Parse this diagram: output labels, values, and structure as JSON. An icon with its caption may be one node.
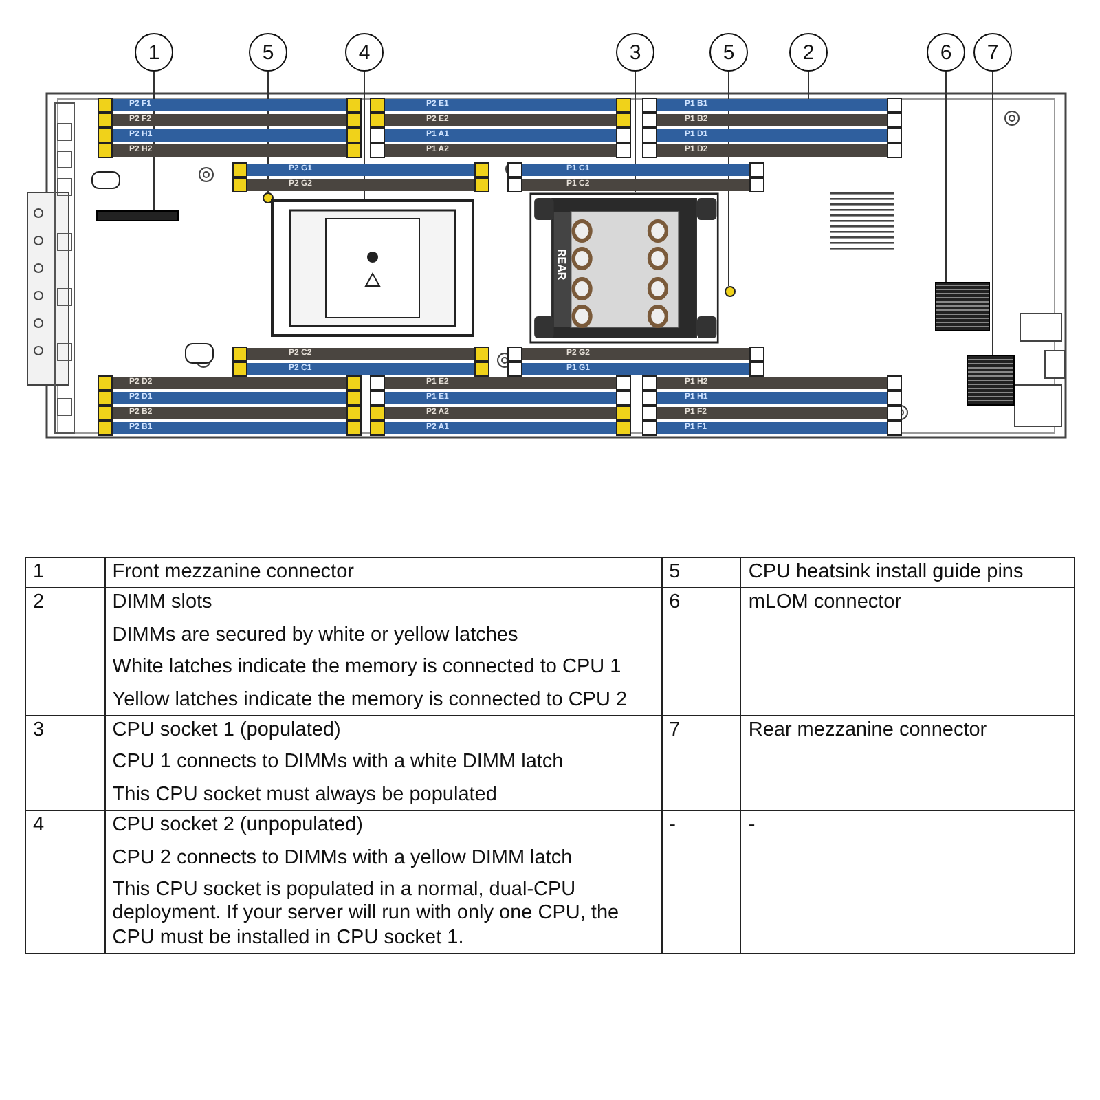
{
  "diagram": {
    "nodes": [
      {
        "text": [
          "1"
        ]
      },
      {
        "text": [
          "5"
        ]
      },
      {
        "text": [
          "4"
        ]
      },
      {
        "text": [
          "3"
        ]
      },
      {
        "text": [
          "5"
        ]
      },
      {
        "text": [
          "2"
        ]
      },
      {
        "text": [
          "6"
        ]
      },
      {
        "text": [
          "7"
        ]
      },
      {
        "text": [],
        "shape": "bar"
      },
      {
        "text": [],
        "shape": "circle"
      },
      {
        "text": [],
        "shape": "box"
      },
      {
        "text": [],
        "shape": "box"
      },
      {
        "text": [],
        "shape": "circle"
      },
      {
        "text": [
          "P1 B1"
        ]
      },
      {
        "text": [],
        "shape": "box"
      },
      {
        "text": [],
        "shape": "box"
      }
    ],
    "edges": [
      {
        "from": 0,
        "to": 8,
        "arrow": "none"
      },
      {
        "from": 1,
        "to": 9,
        "arrow": "none"
      },
      {
        "from": 2,
        "to": 10,
        "arrow": "none"
      },
      {
        "from": 3,
        "to": 11,
        "arrow": "none"
      },
      {
        "from": 4,
        "to": 12,
        "arrow": "none"
      },
      {
        "from": 5,
        "to": 13,
        "arrow": "none"
      },
      {
        "from": 6,
        "to": 14,
        "arrow": "none"
      },
      {
        "from": 7,
        "to": 15,
        "arrow": "none"
      }
    ],
    "labels": [
      "P2 F1",
      "P2 E1",
      "P2 F2",
      "P2 E2",
      "P1 B2",
      "P2 H1",
      "P1 A1",
      "P1 D1",
      "P2 H2",
      "P1 A2",
      "P1 D2",
      "P2 G1",
      "P1 C1",
      "P2 G2",
      "P1 C2",
      "P2 C2",
      "P2 G2",
      "P2 C1",
      "P1 G1",
      "P2 D2",
      "P1 E2",
      "P1 H2",
      "P2 D1",
      "P1 E1",
      "P1 H1",
      "P2 B2",
      "P2 A2",
      "P1 F2",
      "P2 B1",
      "P2 A1",
      "P1 F1",
      "REAR",
      "1",
      "Front mezzanine connector",
      "5",
      "CPU heatsink install guide pins",
      "2",
      "DIMM slots",
      "DIMMs are secured by white or yellow latches",
      "White latches indicate the memory is connected to CPU 1",
      "Yellow latches indicate the memory is connected to CPU 2",
      "6",
      "mLOM connector",
      "3",
      "CPU socket 1 (populated)",
      "CPU 1 connects to DIMMs with a white DIMM latch",
      "This CPU socket must always be populated",
      "7",
      "Rear mezzanine connector",
      "4",
      "CPU socket 2 (unpopulated)",
      "CPU 2 connects to DIMMs with a yellow DIMM latch",
      "This CPU socket is populated in a normal, dual-CPU deployment. If your server will run with only one CPU, the CPU must be installed in CPU socket 1.",
      "-",
      "-"
    ]
  }
}
